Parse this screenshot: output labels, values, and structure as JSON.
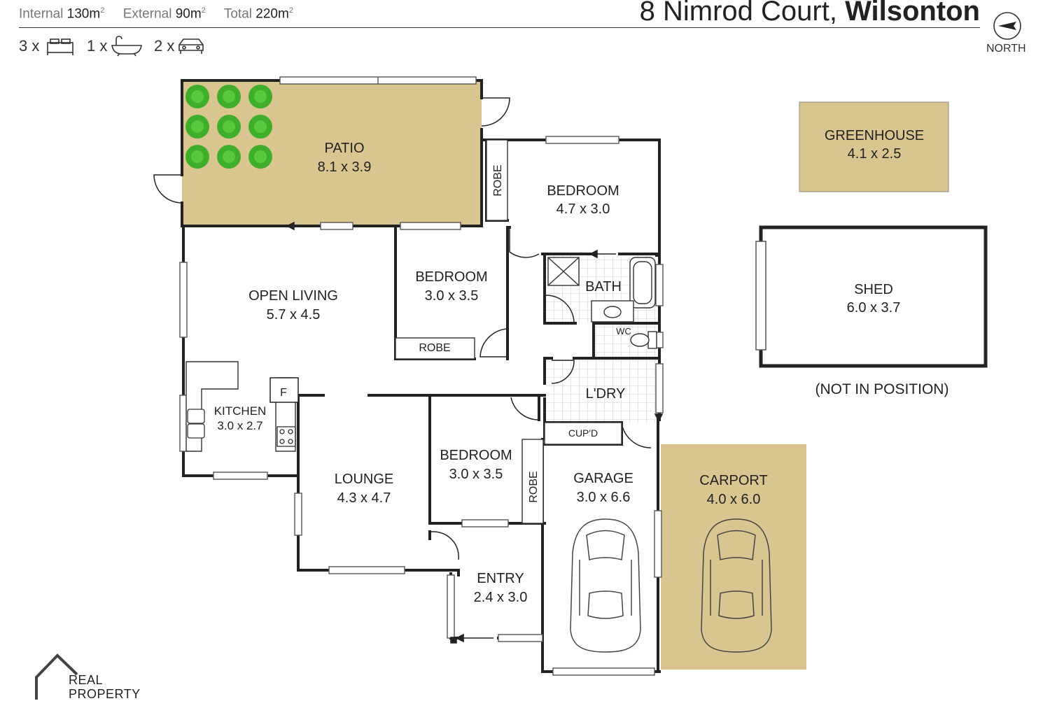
{
  "header": {
    "internal_label": "Internal",
    "internal_value": "130m",
    "external_label": "External",
    "external_value": "90m",
    "total_label": "Total",
    "total_value": "220m",
    "squared": "2",
    "address_main": "8 Nimrod Court, ",
    "address_suburb": "Wilsonton",
    "bed_count": "3 x",
    "bath_count": "1 x",
    "car_count": "2 x",
    "north": "NORTH"
  },
  "rooms": {
    "patio": {
      "name": "PATIO",
      "size": "8.1 x 3.9"
    },
    "greenhouse": {
      "name": "GREENHOUSE",
      "size": "4.1 x 2.5"
    },
    "bedroom1": {
      "name": "BEDROOM",
      "size": "4.7 x 3.0"
    },
    "bedroom2": {
      "name": "BEDROOM",
      "size": "3.0 x 3.5"
    },
    "bedroom3": {
      "name": "BEDROOM",
      "size": "3.0 x 3.5"
    },
    "open_living": {
      "name": "OPEN LIVING",
      "size": "5.7 x 4.5"
    },
    "bath": {
      "name": "BATH"
    },
    "wc": {
      "name": "WC"
    },
    "laundry": {
      "name": "L'DRY"
    },
    "cupboard": {
      "name": "CUP'D"
    },
    "kitchen": {
      "name": "KITCHEN",
      "size": "3.0 x 2.7"
    },
    "fridge": {
      "name": "F"
    },
    "lounge": {
      "name": "LOUNGE",
      "size": "4.3 x 4.7"
    },
    "garage": {
      "name": "GARAGE",
      "size": "3.0 x 6.6"
    },
    "carport": {
      "name": "CARPORT",
      "size": "4.0 x 6.0"
    },
    "entry": {
      "name": "ENTRY",
      "size": "2.4 x 3.0"
    },
    "shed": {
      "name": "SHED",
      "size": "6.0 x 3.7"
    },
    "robe": "ROBE"
  },
  "notes": {
    "shed_note": "(NOT IN POSITION)"
  },
  "logo": {
    "line1": "REAL",
    "line2": "PROPERTY"
  },
  "colors": {
    "wall": "#222222",
    "outdoor_fill": "#d9c590",
    "tree": "#3fae2a",
    "tile": "#bbbbbb"
  }
}
